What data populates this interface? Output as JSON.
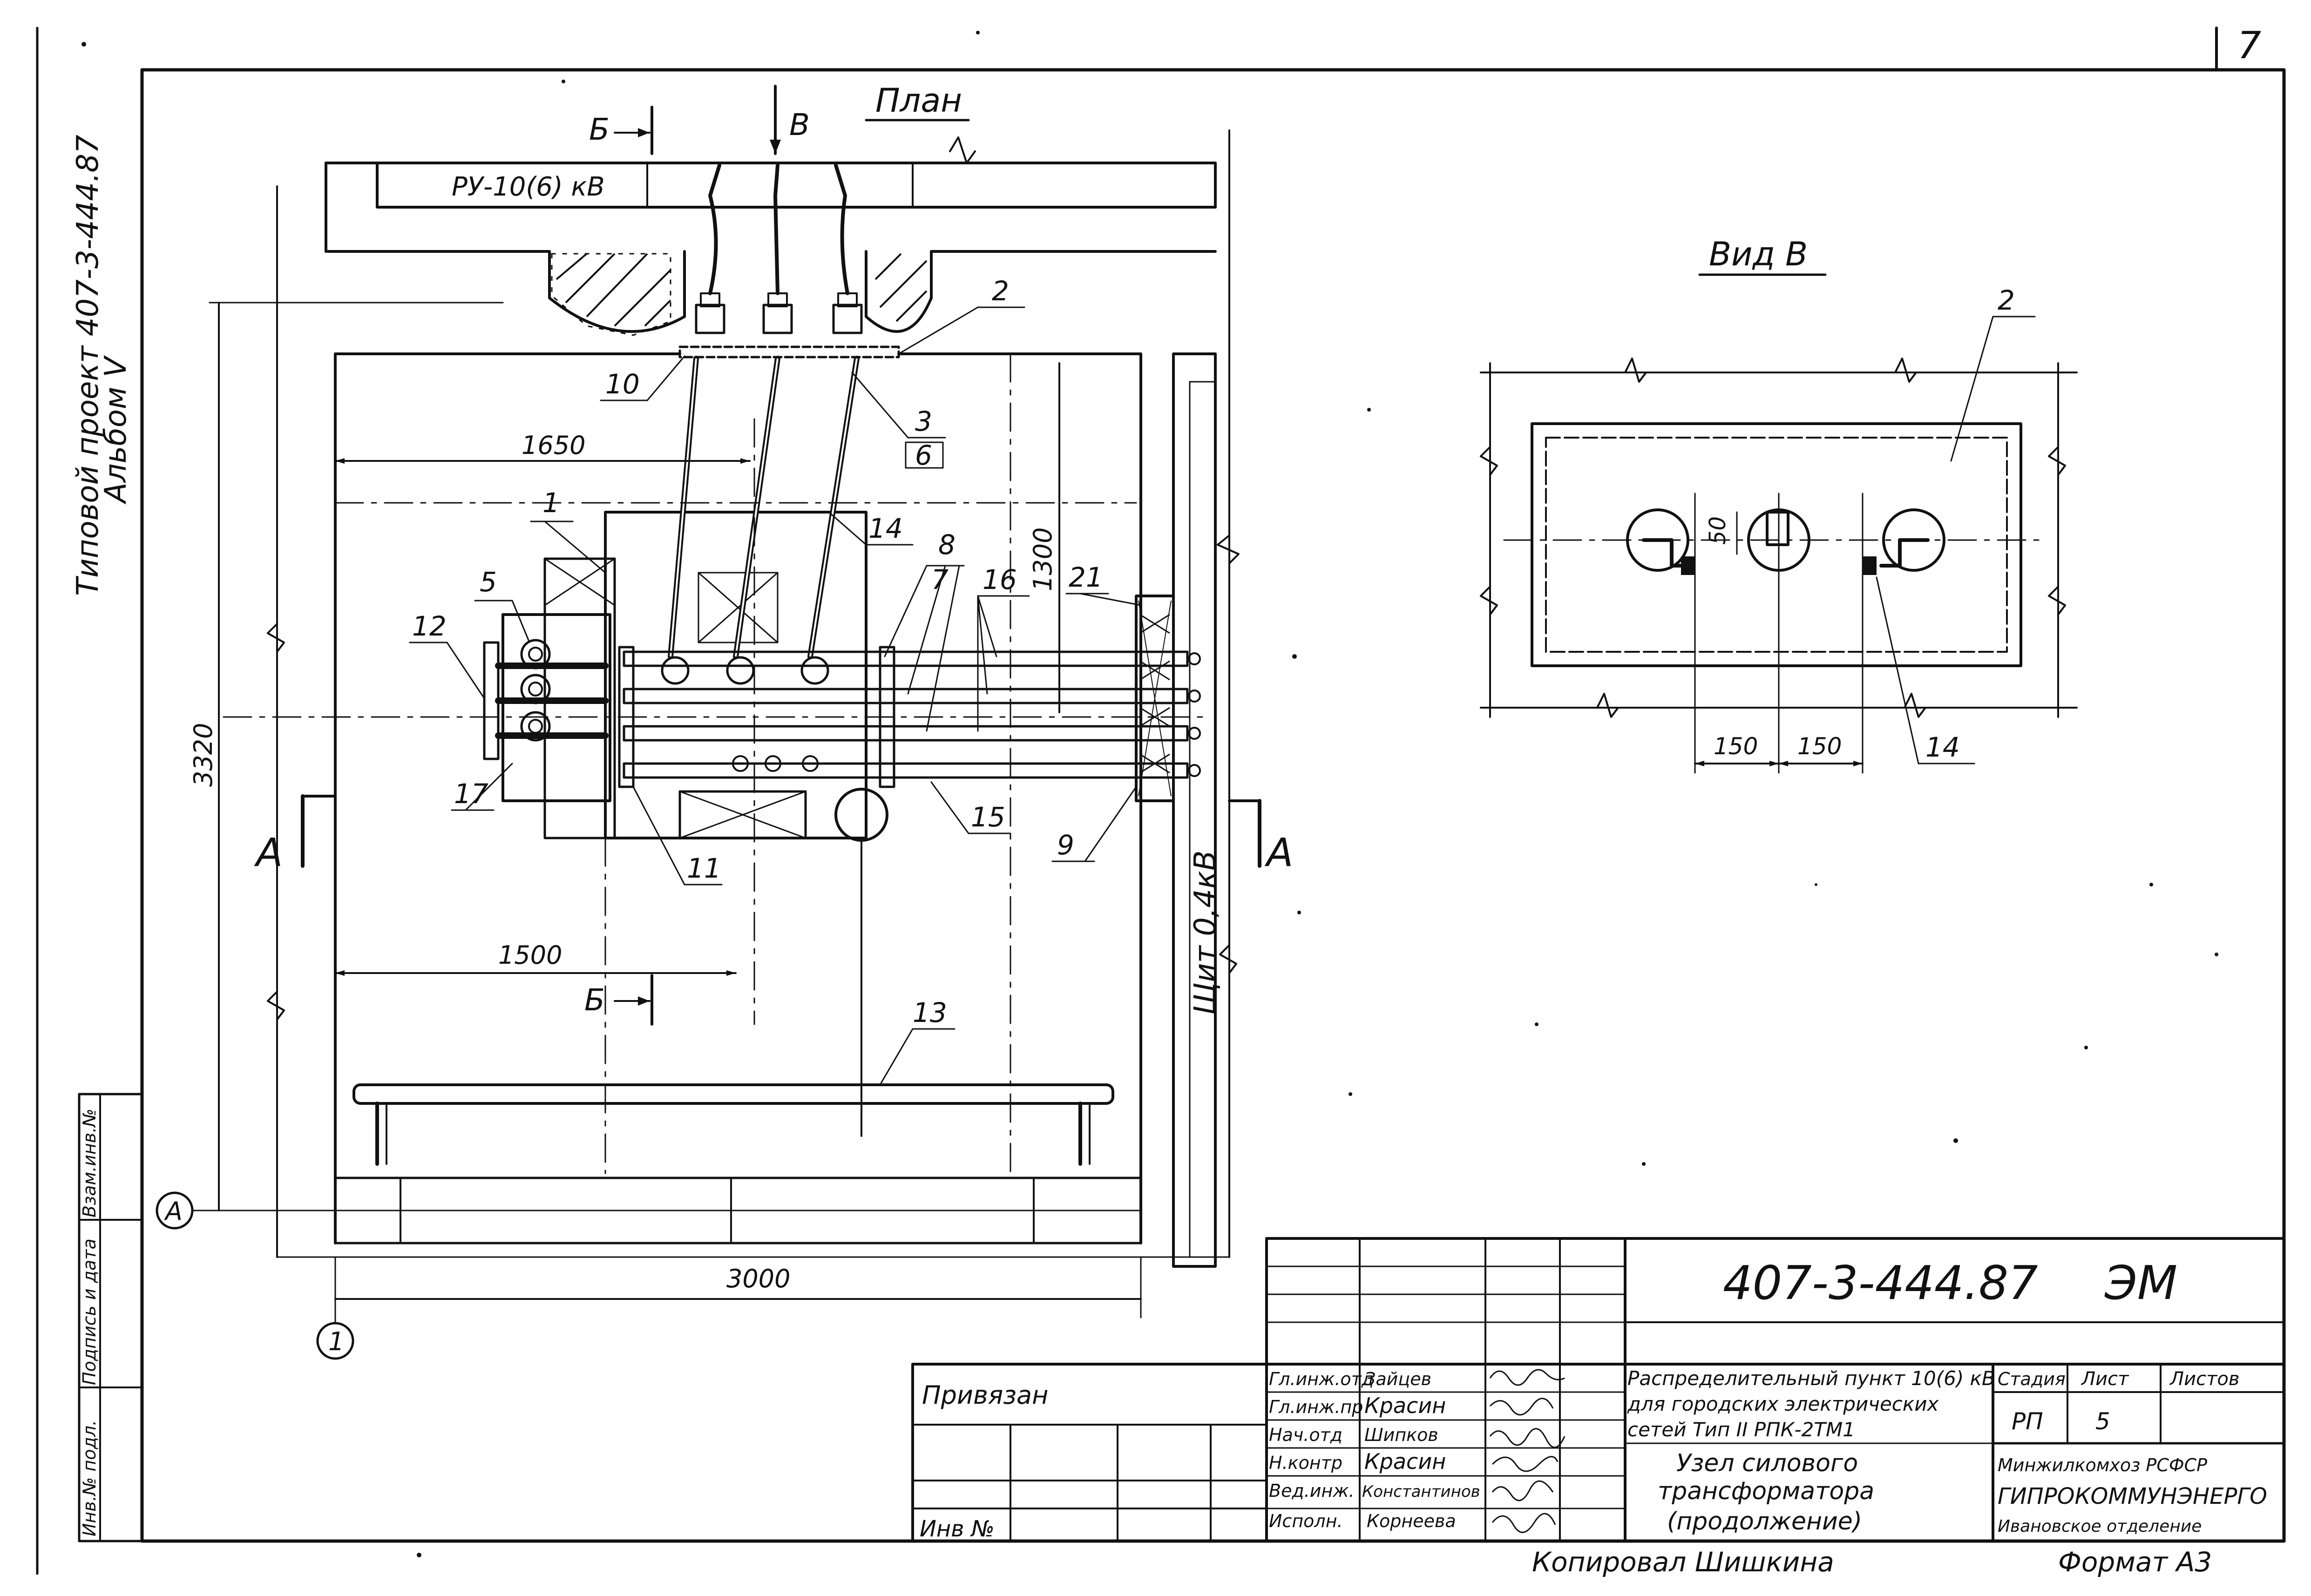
{
  "sheet_number": "7",
  "side_stamp": {
    "project": "Типовой проект 407-3-444.87",
    "album": "Альбом V"
  },
  "plan": {
    "title": "План",
    "switchgear_label": "РУ-10(6) кВ",
    "section_b_label": "Б",
    "view_v_arrow": "В",
    "section_a_label": "А",
    "panel_label": "Щит 0,4кВ",
    "axis_a": "А",
    "axis_1": "1",
    "dims": {
      "d1650": "1650",
      "d1500": "1500",
      "d1300": "1300",
      "d3320": "3320",
      "d3000": "3000"
    },
    "callouts": [
      "1",
      "2",
      "3",
      "6",
      "5",
      "12",
      "17",
      "11",
      "10",
      "14",
      "8",
      "7",
      "16",
      "21",
      "15",
      "9",
      "13"
    ]
  },
  "view_v": {
    "title": "Вид В",
    "callouts": [
      "2",
      "14"
    ],
    "dims": {
      "d50": "50",
      "d150a": "150",
      "d150b": "150"
    }
  },
  "title_block": {
    "doc_code": "407-3-444.87",
    "doc_mark": "ЭМ",
    "privyazan": "Привязан",
    "inv_no": "Инв №",
    "signatures": [
      {
        "role": "Гл.инж.отд",
        "name": "Зайцев"
      },
      {
        "role": "Гл.инж.пр",
        "name": "Красин"
      },
      {
        "role": "Нач.отд",
        "name": "Шипков"
      },
      {
        "role": "Н.контр",
        "name": "Красин"
      },
      {
        "role": "Вед.инж.",
        "name": "Константинов"
      },
      {
        "role": "Исполн.",
        "name": "Корнеева"
      }
    ],
    "description": "Распределительный пункт 10(6) кВ для городских электрических сетей Тип II РПК-2ТМ1",
    "description_lines": [
      "Распределительный пункт 10(6) кВ",
      "для городских электрических",
      "сетей   Тип II РПК-2ТМ1"
    ],
    "sheet_title_lines": [
      "Узел силового",
      "трансформатора",
      "(продолжение)"
    ],
    "stage_label": "Стадия",
    "sheet_label": "Лист",
    "sheets_label": "Листов",
    "stage": "РП",
    "sheet": "5",
    "org_ministry": "Минжилкомхоз РСФСР",
    "org_name": "ГИПРОКОММУНЭНЕРГО",
    "org_branch": "Ивановское отделение",
    "left_strip": [
      "Инв.№ подл.",
      "Подпись и дата",
      "Взам.инв.№"
    ]
  },
  "footer": {
    "copied_by": "Копировал Шишкина",
    "format": "Формат А3"
  }
}
